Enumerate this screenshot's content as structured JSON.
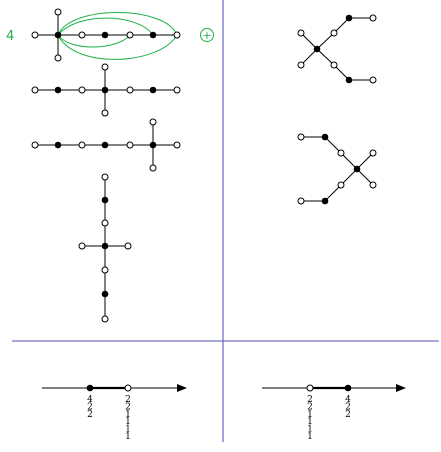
{
  "colors": {
    "divider": "#7373c8",
    "green": "#22b14c",
    "edge": "#000000",
    "filled": "#000000",
    "hollow": "#ffffff"
  },
  "labels": {
    "count": "4",
    "plus": "+"
  },
  "diagrams": {
    "top_left_graph_count": 4,
    "top_right_graph_count": 2
  },
  "number_lines": {
    "left": {
      "filled_stack": [
        "4",
        "2",
        "2"
      ],
      "hollow_stack": [
        "2",
        "2",
        "1",
        "1",
        "1",
        "1"
      ]
    },
    "right": {
      "hollow_stack": [
        "2",
        "2",
        "1",
        "1",
        "1",
        "1"
      ],
      "filled_stack": [
        "4",
        "2",
        "2"
      ]
    }
  }
}
